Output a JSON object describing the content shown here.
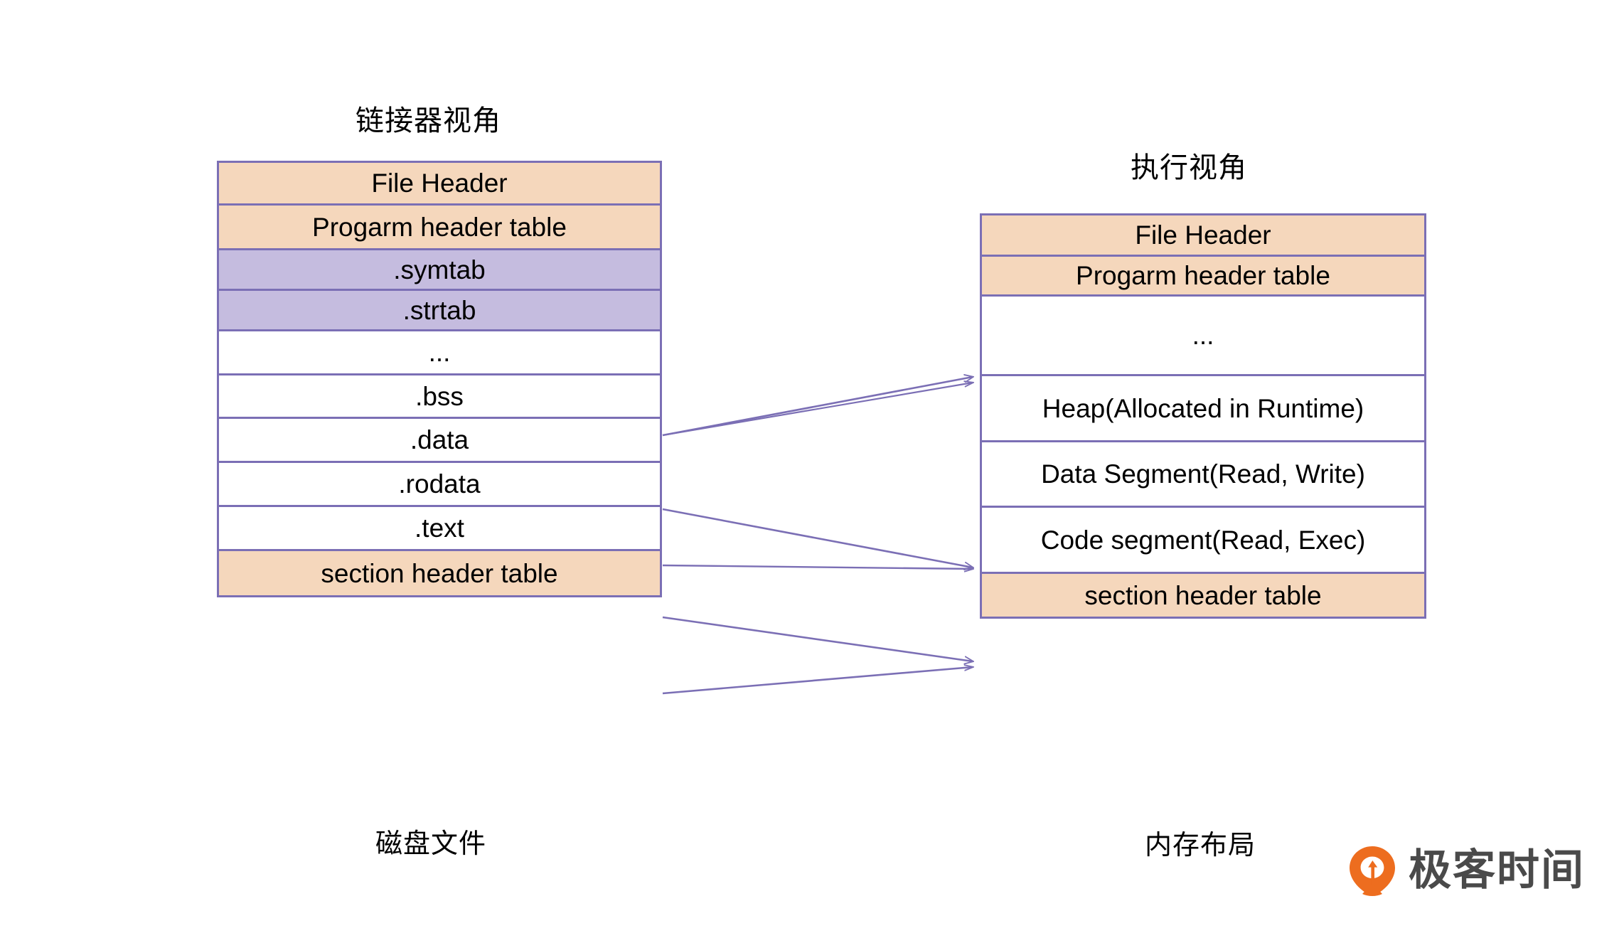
{
  "diagram": {
    "left_panel": {
      "title": "链接器视角",
      "caption": "磁盘文件",
      "rows": [
        {
          "label": "File Header",
          "fill": "orange"
        },
        {
          "label": "Progarm header table",
          "fill": "orange"
        },
        {
          "label": ".symtab",
          "fill": "purple"
        },
        {
          "label": ".strtab",
          "fill": "purple"
        },
        {
          "label": "...",
          "fill": "white"
        },
        {
          "label": ".bss",
          "fill": "white"
        },
        {
          "label": ".data",
          "fill": "white"
        },
        {
          "label": ".rodata",
          "fill": "white"
        },
        {
          "label": ".text",
          "fill": "white"
        },
        {
          "label": "section header table",
          "fill": "orange"
        }
      ]
    },
    "right_panel": {
      "title": "执行视角",
      "caption": "内存布局",
      "rows": [
        {
          "label": "File Header",
          "fill": "orange"
        },
        {
          "label": "Progarm header table",
          "fill": "orange"
        },
        {
          "label": "...",
          "fill": "white"
        },
        {
          "label": "Heap(Allocated in Runtime)",
          "fill": "white"
        },
        {
          "label": "Data Segment(Read, Write)",
          "fill": "white"
        },
        {
          "label": "Code segment(Read, Exec)",
          "fill": "white"
        },
        {
          "label": "section header table",
          "fill": "orange"
        }
      ]
    },
    "mappings": [
      {
        "from": "...",
        "to": "..."
      },
      {
        "from": ".bss",
        "to": "Data Segment(Read, Write)"
      },
      {
        "from": ".data",
        "to": "Data Segment(Read, Write)"
      },
      {
        "from": ".rodata",
        "to": "Code segment(Read, Exec)"
      },
      {
        "from": ".text",
        "to": "Code segment(Read, Exec)"
      }
    ]
  },
  "brand": {
    "name": "极客时间",
    "mark_icon": "geektime-pin-icon"
  },
  "colors": {
    "fill_orange": "#F5D7BC",
    "fill_purple": "#C5BCDF",
    "border": "#7B6FB5",
    "arrow": "#7B6FB5",
    "brand_orange": "#ED6D1F",
    "brand_text": "#4A4A4A",
    "background": "#FFFFFF"
  }
}
